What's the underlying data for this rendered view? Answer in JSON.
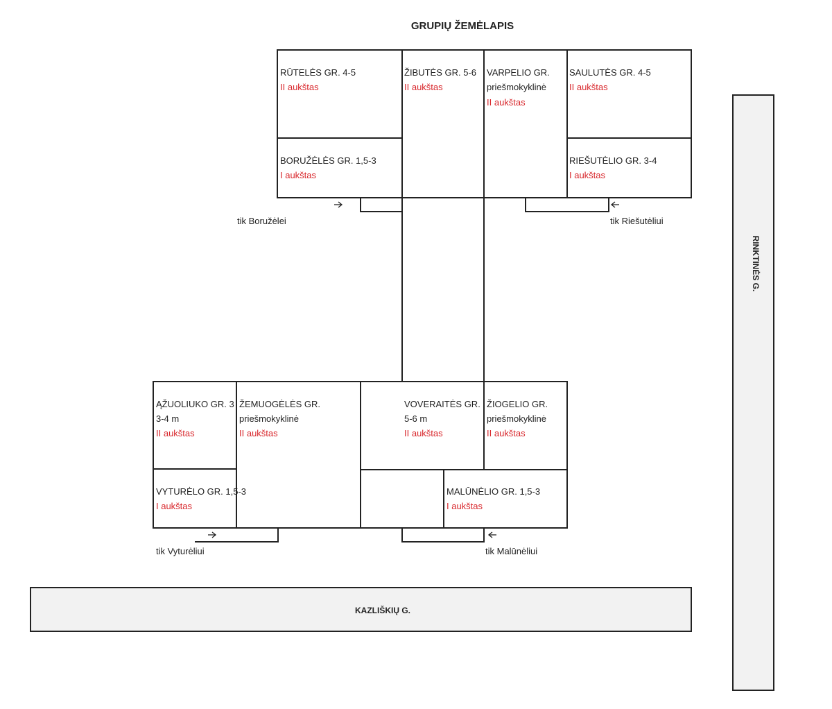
{
  "title": "GRUPIŲ ŽEMĖLAPIS",
  "colors": {
    "floor_text": "#d8262b",
    "line": "#222222",
    "road_fill": "#f2f2f2"
  },
  "groups": {
    "rutele": {
      "name": "RŪTELĖS GR. 4-5",
      "floor": "II aukštas"
    },
    "zibute": {
      "name": "ŽIBUTĖS GR. 5-6",
      "floor": "II aukštas"
    },
    "varpelis": {
      "name": "VARPELIO GR.",
      "age": "priešmokyklinė",
      "floor": "II aukštas"
    },
    "saulute": {
      "name": "SAULUTĖS GR. 4-5",
      "floor": "II aukštas"
    },
    "boruzele": {
      "name": "BORUŽĖLĖS GR. 1,5-3",
      "floor": "I aukštas"
    },
    "riesutelis": {
      "name": "RIEŠUTĖLIO GR. 3-4",
      "floor": "I aukštas"
    },
    "azuoliukas": {
      "name": "ĄŽUOLIUKO GR. 3",
      "age": "3-4 m",
      "floor": "II aukštas"
    },
    "zemuogele": {
      "name": "ŽEMUOGĖLĖS GR.",
      "age": "priešmokyklinė",
      "floor": "II aukštas"
    },
    "voveraite": {
      "name": "VOVERAITĖS GR.",
      "age": "5-6 m",
      "floor": "II aukštas"
    },
    "ziogelis": {
      "name": "ŽIOGELIO GR.",
      "age": "priešmokyklinė",
      "floor": "II aukštas"
    },
    "vyturelis": {
      "name": "VYTURĖLO GR. 1,5-3",
      "floor": "I aukštas"
    },
    "malunelis": {
      "name": "MALŪNĖLIO GR. 1,5-3",
      "floor": "I aukštas"
    }
  },
  "entrances": {
    "boruzele": "tik Boružėlei",
    "riesutelis": "tik Riešutėliui",
    "vyturelis": "tik Vyturėliui",
    "malunelis": "tik Malūnėliui"
  },
  "streets": {
    "kazliskiu": "KAZLIŠKIŲ G.",
    "rinktines": "RINKTINĖS G."
  }
}
